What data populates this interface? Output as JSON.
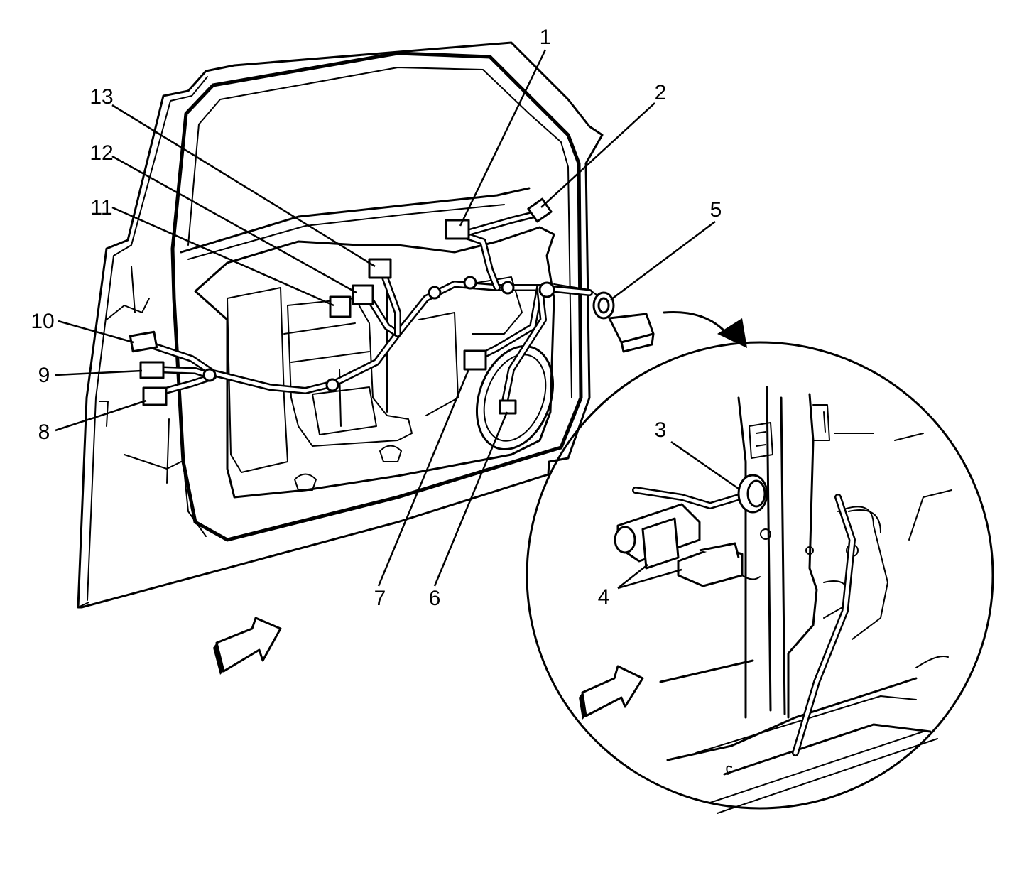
{
  "callouts": [
    {
      "id": "1",
      "label": "1",
      "part": "connector-upper"
    },
    {
      "id": "2",
      "label": "2",
      "part": "mirror-connector"
    },
    {
      "id": "3",
      "label": "3",
      "part": "harness-grommet"
    },
    {
      "id": "4",
      "label": "4",
      "part": "body-connectors"
    },
    {
      "id": "5",
      "label": "5",
      "part": "door-harness-connector"
    },
    {
      "id": "6",
      "label": "6",
      "part": "speaker-connector"
    },
    {
      "id": "7",
      "label": "7",
      "part": "lock-actuator-connector"
    },
    {
      "id": "8",
      "label": "8",
      "part": "lower-switch-connector"
    },
    {
      "id": "9",
      "label": "9",
      "part": "middle-switch-connector"
    },
    {
      "id": "10",
      "label": "10",
      "part": "upper-switch-connector"
    },
    {
      "id": "11",
      "label": "11",
      "part": "window-motor-connector"
    },
    {
      "id": "12",
      "label": "12",
      "part": "module-connector"
    },
    {
      "id": "13",
      "label": "13",
      "part": "handle-connector"
    }
  ],
  "icons": {
    "view_arrow_main": "view-direction-arrow",
    "view_arrow_detail": "view-direction-arrow",
    "detail_arrow": "curved-detail-arrow"
  }
}
